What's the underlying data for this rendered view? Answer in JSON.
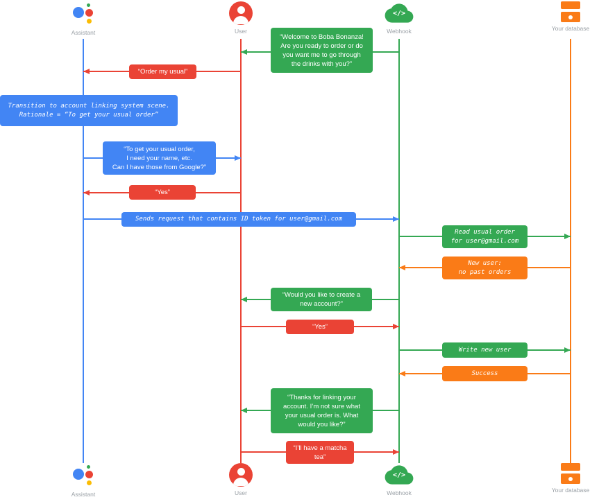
{
  "actors": {
    "assistant": {
      "label": "Assistant",
      "color": "#4285f4"
    },
    "user": {
      "label": "User",
      "color": "#ea4335"
    },
    "webhook": {
      "label": "Webhook",
      "color": "#34a853"
    },
    "database": {
      "label": "Your database",
      "color": "#fa7b17"
    }
  },
  "colors": {
    "blue": "#4285f4",
    "red": "#ea4335",
    "green": "#34a853",
    "orange": "#fa7b17",
    "yellow": "#fbbc04"
  },
  "webhook_icon_glyph": "</>",
  "messages": {
    "welcome": {
      "from": "webhook",
      "to": "user",
      "text": "“Welcome to Boba Bonanza!\nAre you ready to order or do\nyou want me to go through\nthe drinks with you?”"
    },
    "order_usual": {
      "from": "user",
      "to": "assistant",
      "text": "“Order my usual”"
    },
    "transition_note": {
      "on": "assistant",
      "text": "Transition to account linking system scene.\nRationale = “To get your usual order”"
    },
    "ask_info": {
      "from": "assistant",
      "to": "user",
      "text": "“To get your usual order,\nI need your name, etc.\nCan I have those from Google?”"
    },
    "yes_1": {
      "from": "user",
      "to": "assistant",
      "text": "“Yes”"
    },
    "sends_request": {
      "from": "assistant",
      "to": "webhook",
      "text": "Sends request that contains ID token for user@gmail.com"
    },
    "read_order": {
      "from": "webhook",
      "to": "database",
      "text": "Read usual order\nfor user@gmail.com"
    },
    "new_user": {
      "from": "database",
      "to": "webhook",
      "text": "New user:\nno past orders"
    },
    "create_account": {
      "from": "webhook",
      "to": "user",
      "text": "“Would you like to create a\nnew account?”"
    },
    "yes_2": {
      "from": "user",
      "to": "webhook",
      "text": "“Yes”"
    },
    "write_user": {
      "from": "webhook",
      "to": "database",
      "text": "Write new user"
    },
    "success": {
      "from": "database",
      "to": "webhook",
      "text": "Success"
    },
    "thanks": {
      "from": "webhook",
      "to": "user",
      "text": "“Thanks for linking your\naccount. I’m not sure what\nyour usual order is. What\nwould you like?”"
    },
    "matcha": {
      "from": "user",
      "to": "webhook",
      "text": "“I’ll have a matcha\ntea”"
    }
  }
}
